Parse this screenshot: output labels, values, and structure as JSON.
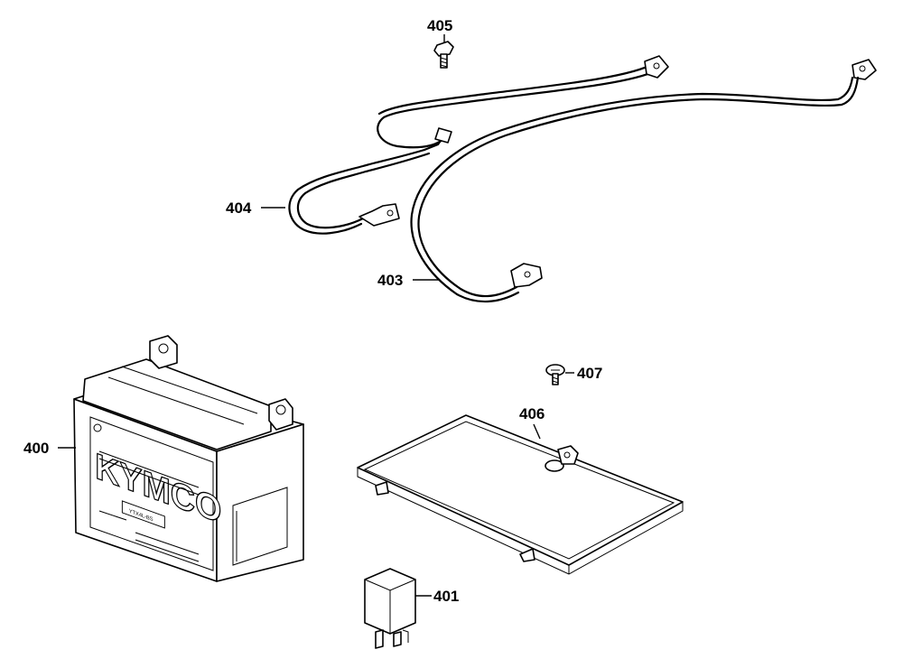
{
  "diagram": {
    "parts": [
      {
        "id": "400",
        "label": "400",
        "icon": "battery-icon"
      },
      {
        "id": "401",
        "label": "401",
        "icon": "relay-icon"
      },
      {
        "id": "403",
        "label": "403",
        "icon": "cable-icon"
      },
      {
        "id": "404",
        "label": "404",
        "icon": "cable-icon"
      },
      {
        "id": "405",
        "label": "405",
        "icon": "bolt-icon"
      },
      {
        "id": "406",
        "label": "406",
        "icon": "cover-plate-icon"
      },
      {
        "id": "407",
        "label": "407",
        "icon": "screw-icon"
      }
    ],
    "battery_brand": "KYMCO",
    "battery_model": "YTX4L-BS",
    "line_color": "#000000",
    "background_color": "#ffffff"
  }
}
